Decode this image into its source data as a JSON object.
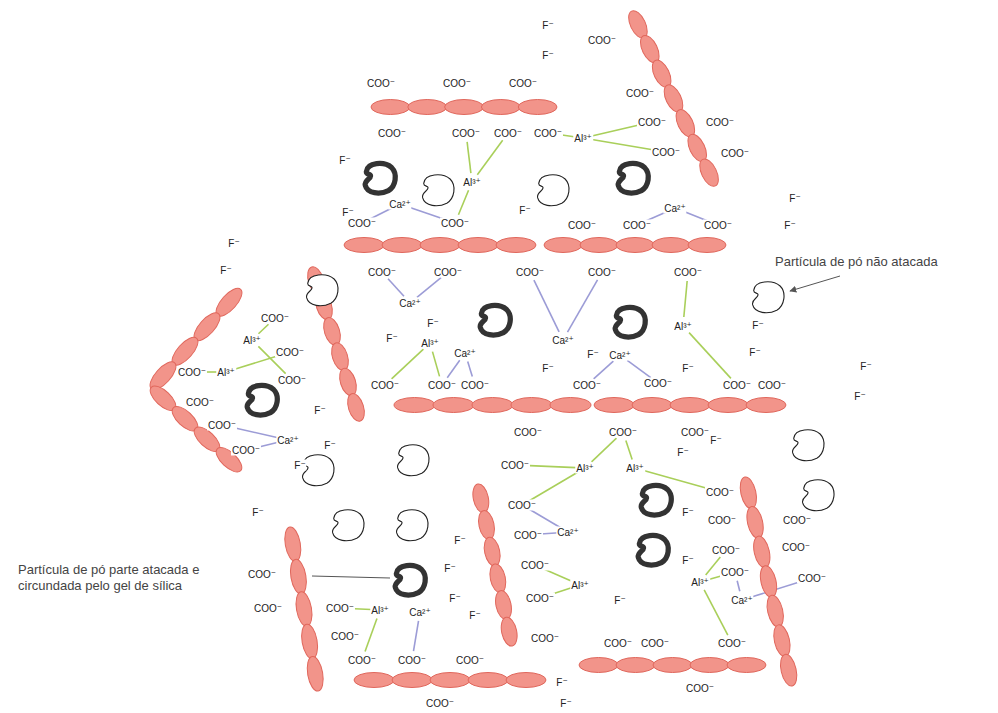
{
  "diagram": {
    "labels": [
      "COO⁻",
      "COO⁻",
      "COO⁻",
      "COO⁻",
      "COO⁻",
      "COO⁻",
      "COO⁻",
      "F⁻",
      "F⁻",
      "COO⁻",
      "COO⁻",
      "COO⁻",
      "COO⁻",
      "COO⁻",
      "COO⁻",
      "Al³⁺",
      "Al³⁺",
      "F⁻",
      "F⁻",
      "F⁻",
      "F⁻",
      "F⁻",
      "F⁻",
      "F⁻",
      "Ca²⁺",
      "Ca²⁺",
      "COO⁻",
      "COO⁻",
      "COO⁻",
      "COO⁻",
      "COO⁻",
      "COO⁻",
      "COO⁻",
      "COO⁻",
      "COO⁻",
      "COO⁻",
      "Ca²⁺",
      "Ca²⁺",
      "Al³⁺",
      "COO⁻",
      "COO⁻",
      "COO⁻",
      "COO⁻",
      "Al³⁺",
      "Al³⁺",
      "COO⁻",
      "COO⁻",
      "COO⁻",
      "Ca²⁺",
      "Al³⁺",
      "F⁻",
      "F⁻",
      "F⁻",
      "F⁻",
      "COO⁻",
      "COO⁻",
      "COO⁻",
      "COO⁻",
      "COO⁻",
      "COO⁻",
      "COO⁻",
      "COO⁻",
      "COO⁻",
      "COO⁻",
      "F⁻",
      "F⁻",
      "F⁻",
      "F⁻",
      "F⁻",
      "F⁻",
      "F⁻",
      "Ca²⁺",
      "Ca²⁺",
      "F⁻",
      "F⁻",
      "Al³⁺",
      "Al³⁺",
      "F⁻",
      "COO⁻",
      "COO⁻",
      "COO⁻",
      "COO⁻",
      "COO⁻",
      "COO⁻",
      "COO⁻",
      "COO⁻",
      "COO⁻",
      "Ca²⁺",
      "Al³⁺",
      "Al³⁺",
      "F⁻",
      "F⁻",
      "F⁻",
      "F⁻",
      "F⁻",
      "F⁻",
      "COO⁻",
      "COO⁻",
      "Ca²⁺",
      "COO⁻",
      "COO⁻",
      "COO⁻",
      "COO⁻",
      "COO⁻",
      "Al³⁺",
      "Ca²⁺",
      "F⁻",
      "F⁻",
      "COO⁻",
      "COO⁻",
      "COO⁻",
      "COO⁻",
      "COO⁻",
      "COO⁻",
      "COO⁻",
      "COO⁻",
      "COO⁻",
      "F⁻",
      "F⁻",
      "Partícula de pó não atacada",
      "Partícula de pó parte atacada e circundada pelo gel de sílica"
    ]
  }
}
